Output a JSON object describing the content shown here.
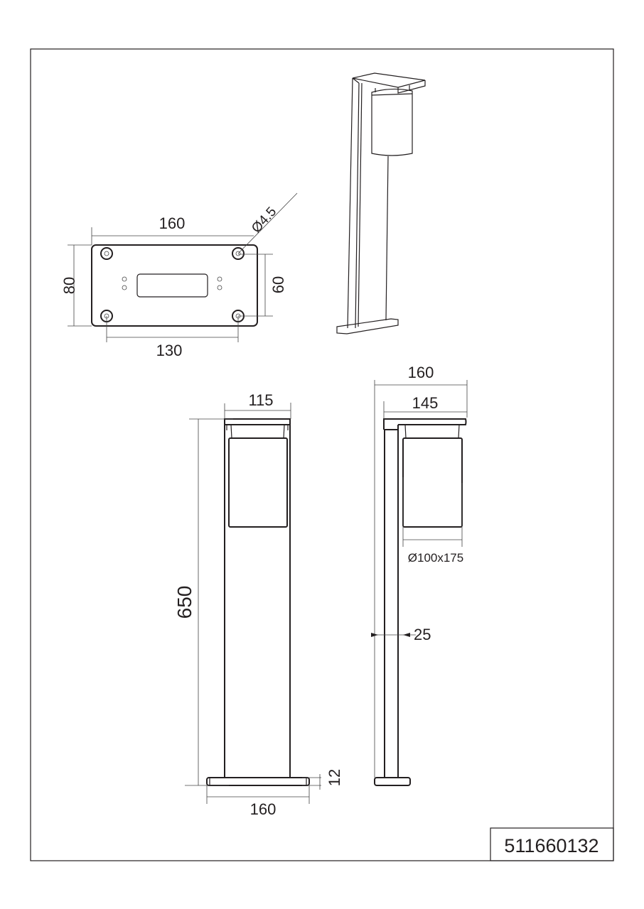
{
  "sheet": {
    "part_number": "511660132"
  },
  "base_plate_view": {
    "width_label": "160",
    "height_label": "80",
    "hole_spacing_vertical_label": "60",
    "hole_spacing_horizontal_label": "130",
    "hole_diameter_label": "Ø4.5"
  },
  "front_view": {
    "head_width_label": "115",
    "total_height_label": "650",
    "base_height_label": "12",
    "base_width_label": "160"
  },
  "side_view": {
    "total_depth_label": "160",
    "arm_depth_label": "145",
    "shade_size_label": "Ø100x175",
    "pole_thickness_label": "25"
  },
  "colors": {
    "line": "#231f20",
    "background": "#ffffff"
  }
}
